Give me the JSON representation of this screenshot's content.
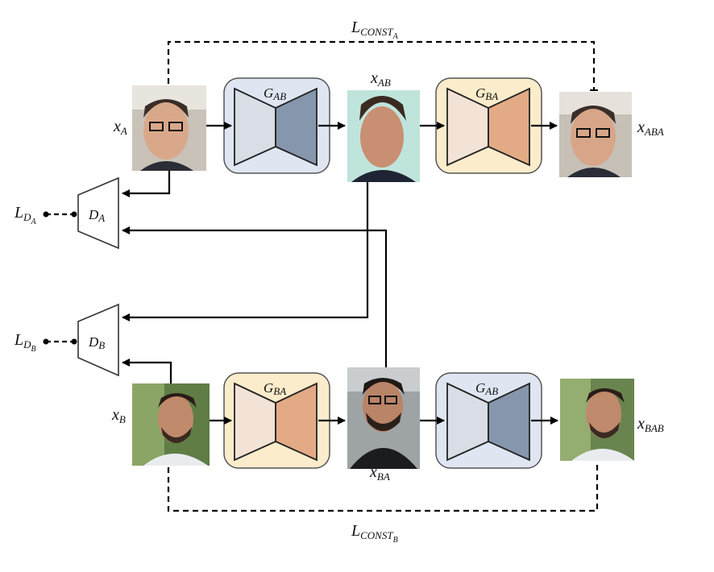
{
  "loss_labels": {
    "const_a": {
      "main": "L",
      "sub": "CONST",
      "subsub": "A"
    },
    "const_b": {
      "main": "L",
      "sub": "CONST",
      "subsub": "B"
    },
    "d_a": {
      "main": "L",
      "sub": "D",
      "subsub": "A"
    },
    "d_b": {
      "main": "L",
      "sub": "D",
      "subsub": "B"
    }
  },
  "image_labels": {
    "x_a": {
      "main": "x",
      "sub": "A"
    },
    "x_ab": {
      "main": "x",
      "sub": "AB"
    },
    "x_aba": {
      "main": "x",
      "sub": "ABA"
    },
    "x_b": {
      "main": "x",
      "sub": "B"
    },
    "x_ba": {
      "main": "x",
      "sub": "BA"
    },
    "x_bab": {
      "main": "x",
      "sub": "BAB"
    }
  },
  "generators": {
    "g_ab_top": {
      "main": "G",
      "sub": "AB"
    },
    "g_ba_top": {
      "main": "G",
      "sub": "BA"
    },
    "g_ba_bottom": {
      "main": "G",
      "sub": "BA"
    },
    "g_ab_bottom": {
      "main": "G",
      "sub": "AB"
    }
  },
  "discriminators": {
    "d_a": {
      "main": "D",
      "sub": "A"
    },
    "d_b": {
      "main": "D",
      "sub": "B"
    }
  },
  "colors": {
    "g_ab_box": "#dfe6f2",
    "g_ab_left": "#d8dde6",
    "g_ab_right": "#8596ad",
    "g_ba_box": "#fbeccb",
    "g_ba_left": "#f3e3d6",
    "g_ba_right": "#e3aa86"
  }
}
